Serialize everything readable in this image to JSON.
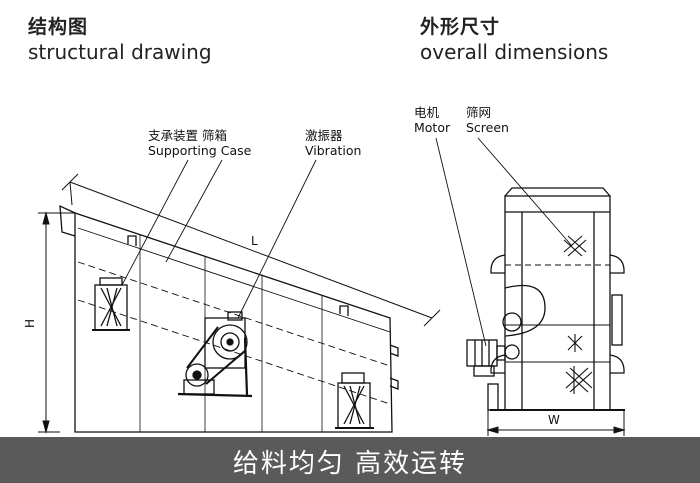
{
  "headings": {
    "structural_zh": "结构图",
    "structural_en": "structural drawing",
    "overall_zh": "外形尺寸",
    "overall_en": "overall dimensions"
  },
  "callouts": {
    "supporting_zh": "支承装置 筛箱",
    "supporting_en": "Supporting Case",
    "vibration_zh": "激振器",
    "vibration_en": "Vibration",
    "motor_zh": "电机",
    "motor_en": "Motor",
    "screen_zh": "筛网",
    "screen_en": "Screen"
  },
  "dimensions": {
    "length": "L",
    "height": "H",
    "width": "W"
  },
  "banner": {
    "text": "给料均匀 高效运转"
  }
}
